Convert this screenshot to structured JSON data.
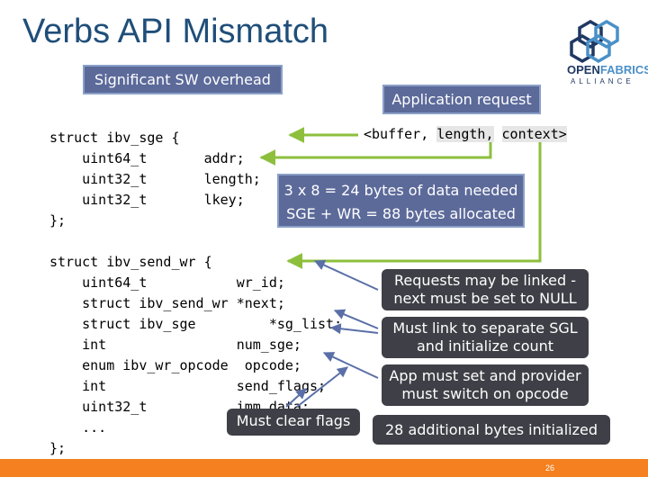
{
  "title": "Verbs API Mismatch",
  "logo": {
    "name_part1": "OPEN",
    "name_part2": "FABRICS",
    "tagline": "ALLIANCE"
  },
  "callouts": {
    "significant_overhead": "Significant SW overhead",
    "application_request": "Application request",
    "bytes_needed": "3 x 8 = 24 bytes of data needed",
    "bytes_allocated": "SGE + WR = 88 bytes allocated",
    "requests_linked_1": "Requests may be linked -",
    "requests_linked_2": "next must be set to NULL",
    "link_sgl_1": "Must link to separate SGL",
    "link_sgl_2": "and initialize count",
    "opcode_1": "App must set and provider",
    "opcode_2": "must switch on opcode",
    "clear_flags": "Must clear flags",
    "additional_bytes": "28 additional bytes initialized"
  },
  "code_sge": [
    "struct ibv_sge {",
    "    uint64_t       addr;",
    "    uint32_t       length;",
    "    uint32_t       lkey;",
    "};"
  ],
  "code_wr": [
    "struct ibv_send_wr {",
    "    uint64_t           wr_id;",
    "    struct ibv_send_wr *next;",
    "    struct ibv_sge         *sg_list;",
    "    int                num_sge;",
    "    enum ibv_wr_opcode  opcode;",
    "    int                send_flags;",
    "    uint32_t           imm_data;",
    "    ...",
    "};"
  ],
  "request": {
    "open": "<buffer,",
    "length": "length,",
    "context": "context>"
  },
  "page_number": "26"
}
